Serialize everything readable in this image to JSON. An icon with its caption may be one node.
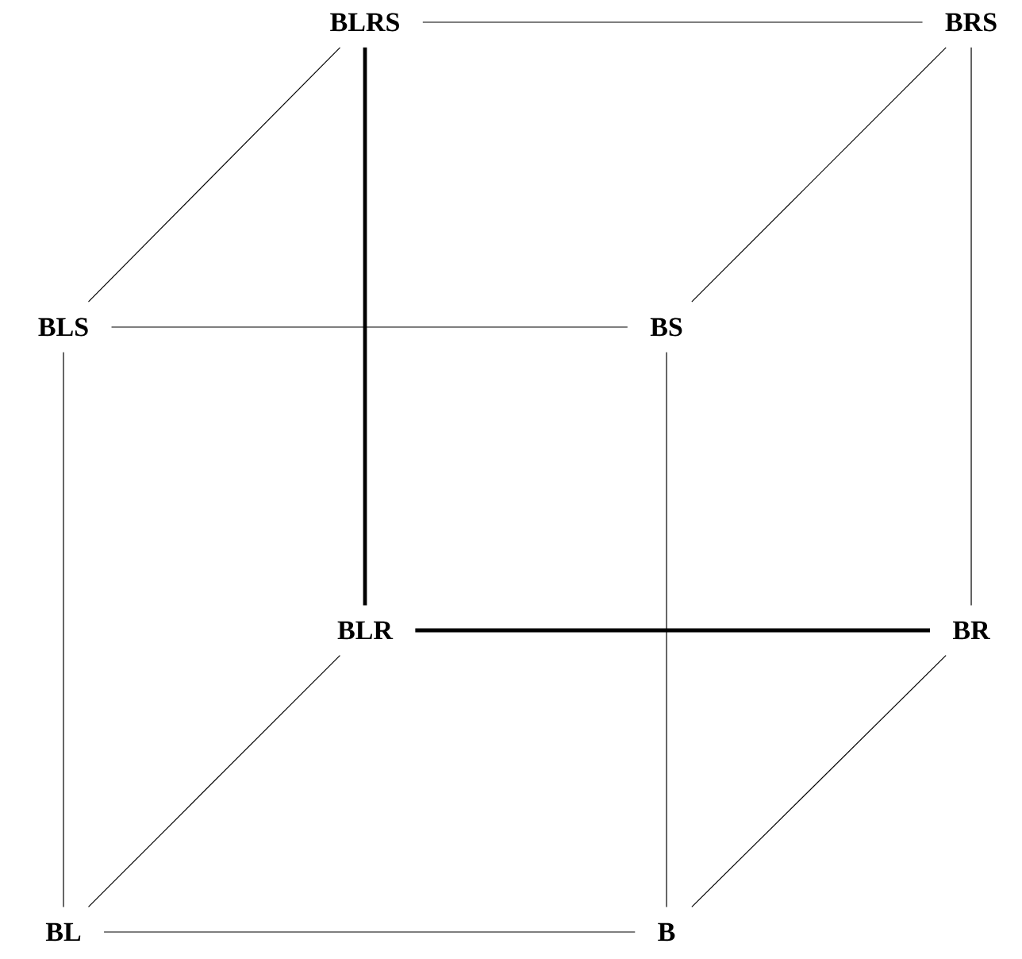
{
  "diagram": {
    "nodes": [
      {
        "text": [
          "BLRS"
        ]
      },
      {
        "text": [
          "BRS"
        ]
      },
      {
        "text": [
          "BLS"
        ]
      },
      {
        "text": [
          "BS"
        ]
      },
      {
        "text": [
          "BLR"
        ]
      },
      {
        "text": [
          "BR"
        ]
      },
      {
        "text": [
          "BL"
        ]
      },
      {
        "text": [
          "B"
        ]
      }
    ],
    "edges": [
      {
        "from": 0,
        "to": 1,
        "arrow": "none"
      },
      {
        "from": 0,
        "to": 2,
        "arrow": "none"
      },
      {
        "from": 0,
        "to": 4,
        "arrow": "none",
        "style": "thick"
      },
      {
        "from": 1,
        "to": 3,
        "arrow": "none"
      },
      {
        "from": 1,
        "to": 5,
        "arrow": "none"
      },
      {
        "from": 2,
        "to": 3,
        "arrow": "none"
      },
      {
        "from": 2,
        "to": 6,
        "arrow": "none"
      },
      {
        "from": 3,
        "to": 7,
        "arrow": "none"
      },
      {
        "from": 4,
        "to": 5,
        "arrow": "none",
        "style": "thick"
      },
      {
        "from": 4,
        "to": 6,
        "arrow": "none"
      },
      {
        "from": 5,
        "to": 7,
        "arrow": "none"
      },
      {
        "from": 6,
        "to": 7,
        "arrow": "none"
      }
    ]
  }
}
